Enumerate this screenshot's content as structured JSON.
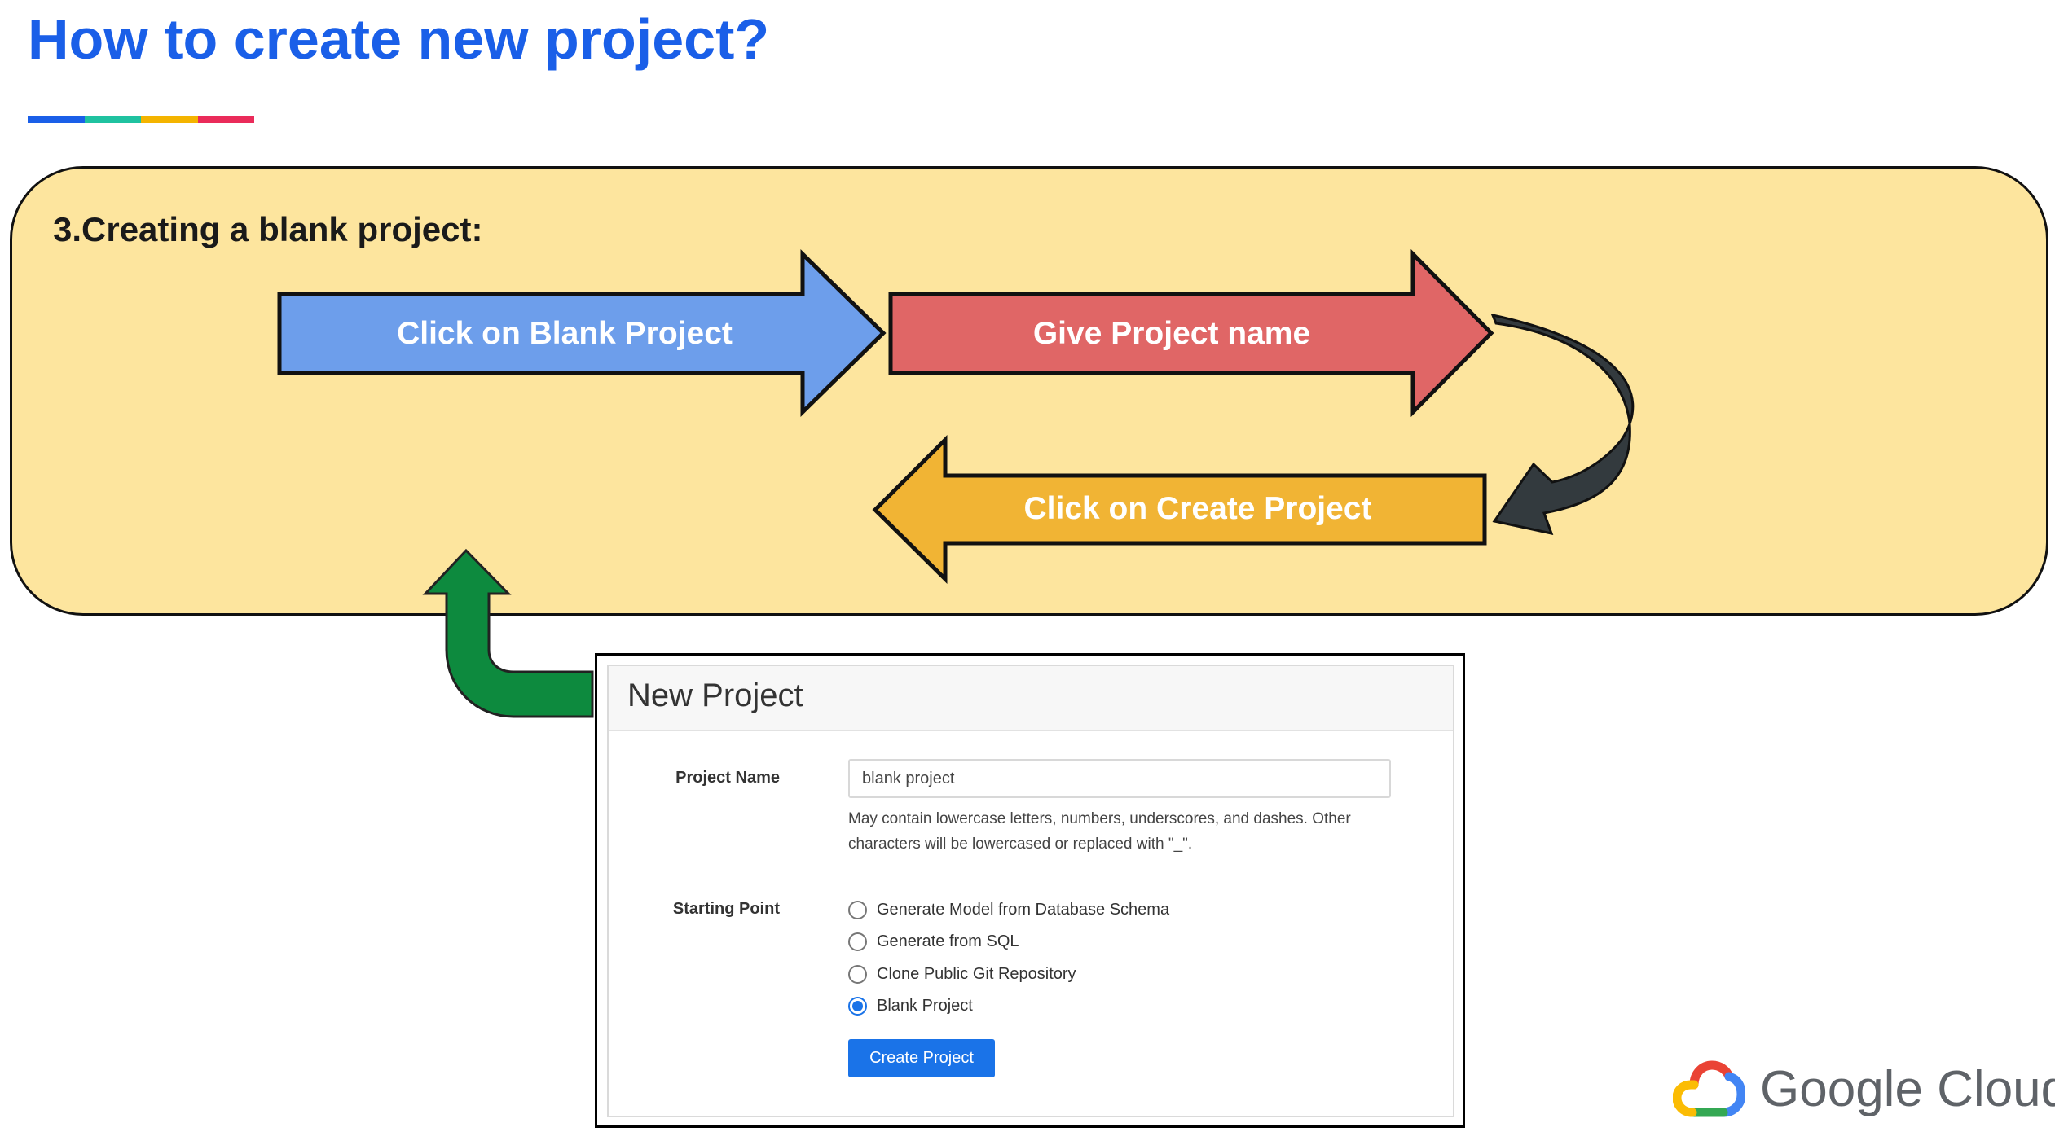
{
  "slide": {
    "title": "How to create new project?",
    "rule_colors": [
      "#1a5fe8",
      "#1fc2a0",
      "#f4b400",
      "#ea2b5a"
    ]
  },
  "flow": {
    "heading": "3.Creating a blank project:",
    "steps": [
      {
        "label": "Click on Blank Project",
        "color": "#6d9eeb"
      },
      {
        "label": "Give Project name",
        "color": "#e06666"
      },
      {
        "label": "Click on Create Project",
        "color": "#f1b434"
      }
    ],
    "connector_colors": {
      "curved": "#333a3e",
      "return": "#0d8a3e"
    }
  },
  "dialog": {
    "title": "New Project",
    "project_name_label": "Project Name",
    "project_name_value": "blank project",
    "hint": "May contain lowercase letters, numbers, underscores, and dashes. Other characters will be lowercased or replaced with \"_\".",
    "starting_point_label": "Starting Point",
    "options": [
      {
        "label": "Generate Model from Database Schema",
        "selected": false
      },
      {
        "label": "Generate from SQL",
        "selected": false
      },
      {
        "label": "Clone Public Git Repository",
        "selected": false
      },
      {
        "label": "Blank Project",
        "selected": true
      }
    ],
    "create_button": "Create Project",
    "accent_color": "#1a73e8"
  },
  "branding": {
    "wordmark": "Google Cloud",
    "logo_colors": [
      "#ea4335",
      "#4285f4",
      "#34a853",
      "#fbbc04"
    ]
  }
}
